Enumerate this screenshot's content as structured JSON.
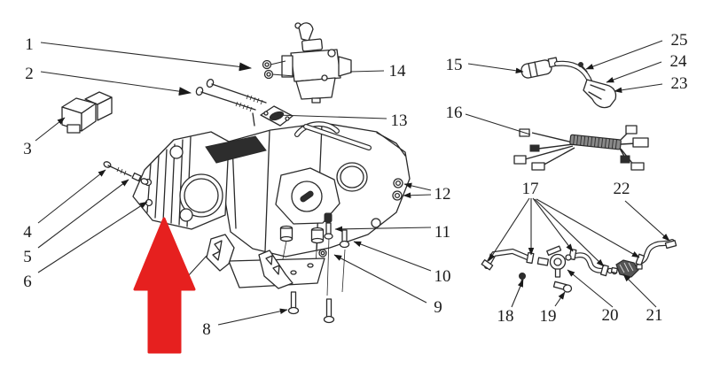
{
  "diagram": {
    "kind": "engine-exploded-parts-diagram",
    "background_color": "#ffffff",
    "line_color": "#2a2a2a",
    "red_arrow": {
      "color": "#e6201f",
      "direction": "up"
    }
  },
  "callouts": [
    {
      "label": "1",
      "part": "carburetor-mounting-nuts"
    },
    {
      "label": "2",
      "part": "intake-studs"
    },
    {
      "label": "3",
      "part": "relay-box"
    },
    {
      "label": "4",
      "part": "long-bolt"
    },
    {
      "label": "5",
      "part": "washer-and-spacer"
    },
    {
      "label": "6",
      "part": "cylinder-head-bolt"
    },
    {
      "label": "8",
      "part": "skid-plate-bolt"
    },
    {
      "label": "9",
      "part": "mount-nut"
    },
    {
      "label": "10",
      "part": "mount-bolt"
    },
    {
      "label": "11",
      "part": "mount-bolt"
    },
    {
      "label": "12",
      "part": "flange-nuts"
    },
    {
      "label": "13",
      "part": "intake-manifold"
    },
    {
      "label": "14",
      "part": "carburetor"
    },
    {
      "label": "15",
      "part": "spark-plug-cap"
    },
    {
      "label": "16",
      "part": "wiring-harness"
    },
    {
      "label": "17",
      "part": "hose-clamps"
    },
    {
      "label": "18",
      "part": "screw"
    },
    {
      "label": "19",
      "part": "bolt"
    },
    {
      "label": "20",
      "part": "fuel-valve"
    },
    {
      "label": "21",
      "part": "fuel-filter"
    },
    {
      "label": "22",
      "part": "hose-clamp"
    },
    {
      "label": "23",
      "part": "spark-plug-boot"
    },
    {
      "label": "24",
      "part": "boot-seal"
    },
    {
      "label": "25",
      "part": "screw"
    }
  ]
}
